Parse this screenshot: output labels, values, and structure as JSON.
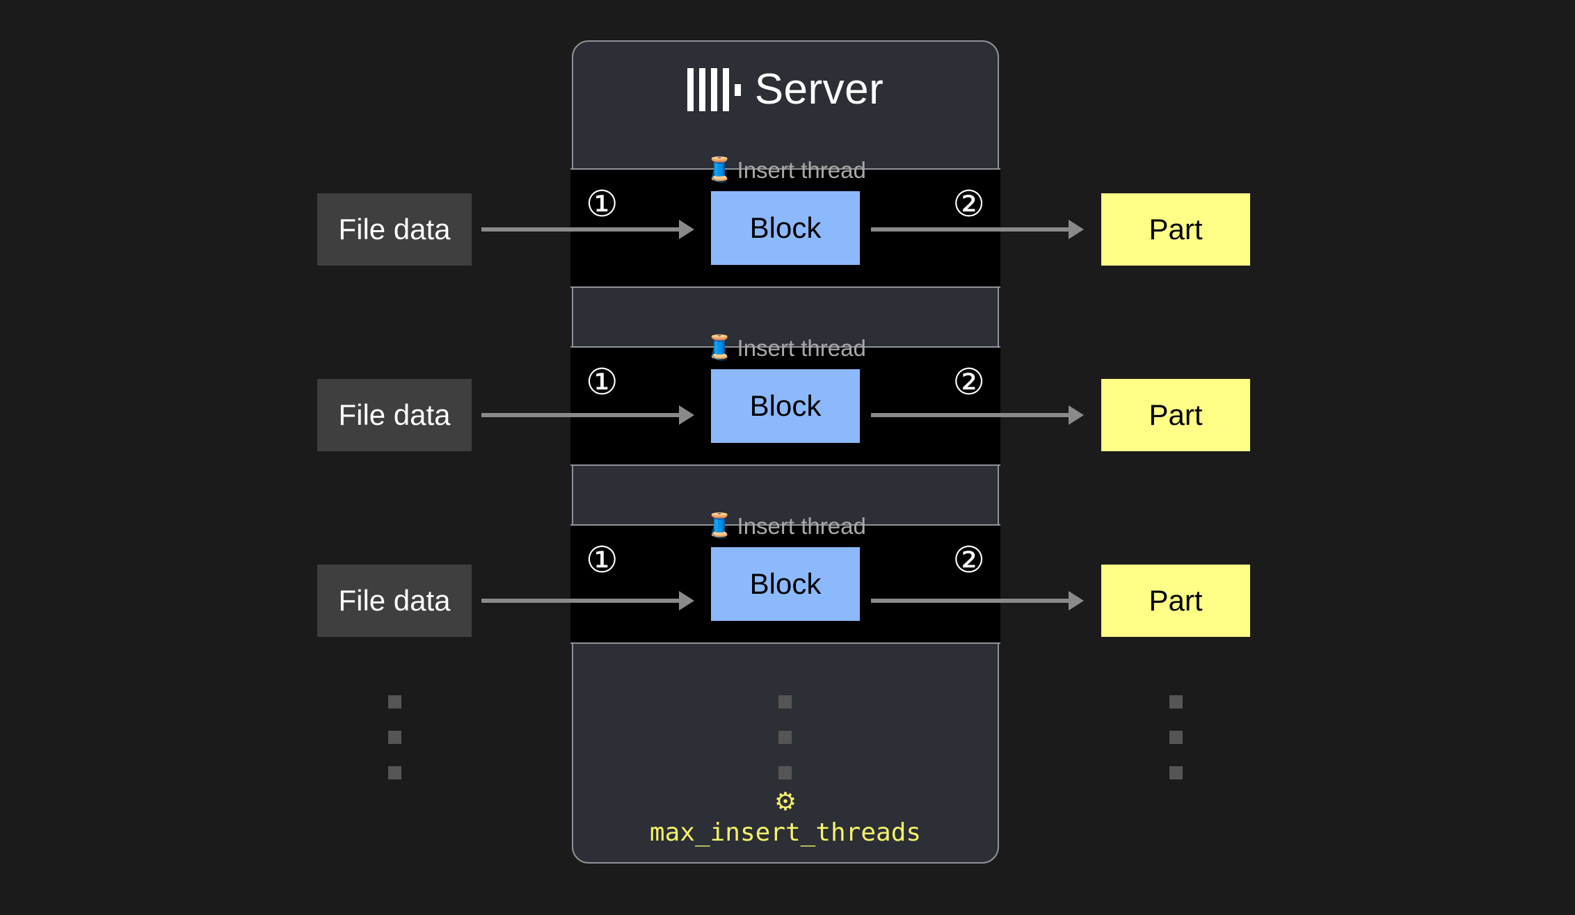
{
  "page": {
    "background_color": "#1b1b1b"
  },
  "server": {
    "title": "Server",
    "logo_icon": "clickhouse-logo-icon",
    "card_color": "#2c2f35",
    "border_color": "#8f9399"
  },
  "threads": [
    {
      "label": "Insert thread",
      "emoji": "🧵",
      "step_in": "①",
      "step_out": "②",
      "block_label": "Block",
      "block_color": "#8cb9fc",
      "input_label": "File data",
      "input_color": "#3f3f3f",
      "output_label": "Part",
      "output_color": "#ffff88"
    },
    {
      "label": "Insert thread",
      "emoji": "🧵",
      "step_in": "①",
      "step_out": "②",
      "block_label": "Block",
      "block_color": "#8cb9fc",
      "input_label": "File data",
      "input_color": "#3f3f3f",
      "output_label": "Part",
      "output_color": "#ffff88"
    },
    {
      "label": "Insert thread",
      "emoji": "🧵",
      "step_in": "①",
      "step_out": "②",
      "block_label": "Block",
      "block_color": "#8cb9fc",
      "input_label": "File data",
      "input_color": "#3f3f3f",
      "output_label": "Part",
      "output_color": "#ffff88"
    }
  ],
  "ellipsis": {
    "symbol": "",
    "count": 3,
    "color": "#555555"
  },
  "setting": {
    "icon": "⚙",
    "icon_name": "gear-icon",
    "name": "max_insert_threads",
    "color": "#f5f26a"
  }
}
